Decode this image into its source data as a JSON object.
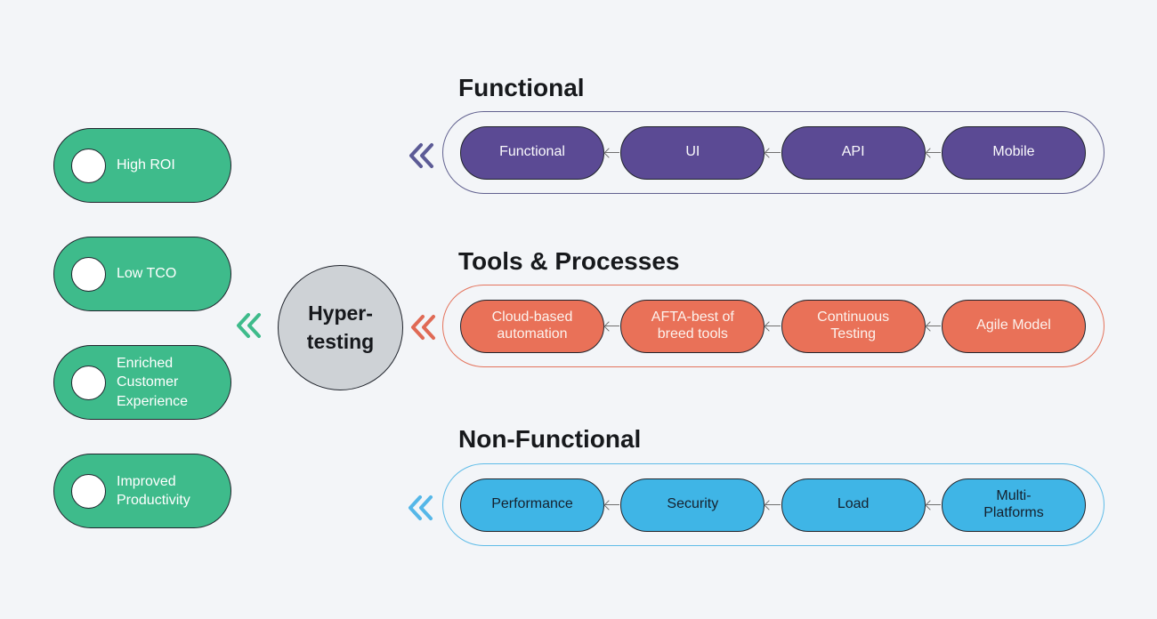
{
  "background_color": "#F3F5F8",
  "benefits": {
    "pill_color": "#3EBB8B",
    "items": [
      {
        "label": "High ROI"
      },
      {
        "label": "Low TCO"
      },
      {
        "label": "Enriched\nCustomer\nExperience"
      },
      {
        "label": "Improved\nProductivity"
      }
    ]
  },
  "hub": {
    "label": "Hyper-\ntesting",
    "color": "#CED2D6"
  },
  "rows": [
    {
      "title": "Functional",
      "pill_color": "#5B4A94",
      "border_color": "#61618F",
      "text_color": "#FAFAFC",
      "items": [
        "Functional",
        "UI",
        "API",
        "Mobile"
      ]
    },
    {
      "title": "Tools & Processes",
      "pill_color": "#E97158",
      "border_color": "#E4735C",
      "text_color": "#FCF2ED",
      "items": [
        "Cloud-based\nautomation",
        "AFTA-best of\nbreed tools",
        "Continuous\nTesting",
        "Agile Model"
      ]
    },
    {
      "title": "Non-Functional",
      "pill_color": "#3FB5E6",
      "border_color": "#5FBCE8",
      "text_color": "#15212E",
      "items": [
        "Performance",
        "Security",
        "Load",
        "Multi-\nPlatforms"
      ]
    }
  ],
  "icons": {
    "chevron_green": "#3EBB8B",
    "chevron_purple": "#5C5B96",
    "chevron_red": "#E06A55",
    "chevron_blue": "#55B7E8"
  }
}
